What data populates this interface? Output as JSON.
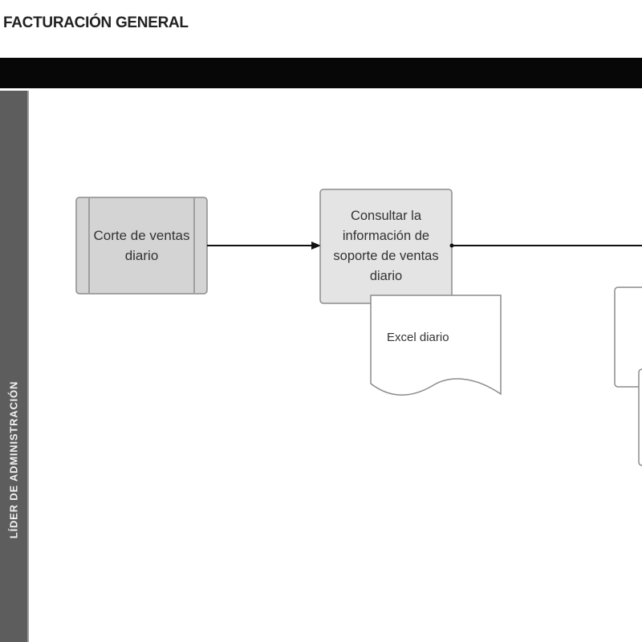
{
  "header": {
    "title": "FACTURACIÓN GENERAL"
  },
  "lane": {
    "label": "LÍDER DE ADMINISTRACIÓN"
  },
  "nodes": {
    "corte": {
      "label": "Corte de ventas diario",
      "type": "predefined-process"
    },
    "consultar": {
      "label": "Consultar la información de soporte de ventas diario",
      "type": "process"
    },
    "excel": {
      "label": "Excel diario",
      "type": "document"
    }
  },
  "colors": {
    "top_band": "#070707",
    "lane_header": "#5d5d5d",
    "predefined_fill": "#d4d4d4",
    "process_fill": "#e4e4e4",
    "stroke": "#8c8c8c"
  }
}
